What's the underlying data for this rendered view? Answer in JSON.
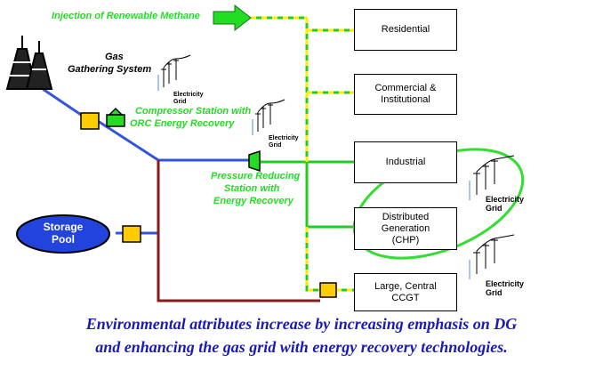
{
  "labels": {
    "injection": "Injection of Renewable Methane",
    "gas_gathering_line1": "Gas",
    "gas_gathering_line2": "Gathering System",
    "compressor_line1": "Compressor Station with",
    "compressor_line2": "ORC Energy Recovery",
    "prs_line1": "Pressure Reducing",
    "prs_line2": "Station with",
    "prs_line3": "Energy Recovery",
    "storage_line1": "Storage",
    "storage_line2": "Pool"
  },
  "electricity_grid": {
    "line1": "Electricity",
    "line2": "Grid"
  },
  "boxes": {
    "residential": "Residential",
    "commercial_line1": "Commercial &",
    "commercial_line2": "Institutional",
    "industrial": "Industrial",
    "dg_line1": "Distributed",
    "dg_line2": "Generation",
    "dg_line3": "(CHP)",
    "ccgt_line1": "Large, Central",
    "ccgt_line2": "CCGT"
  },
  "caption": {
    "line1": "Environmental attributes increase by increasing emphasis on DG",
    "line2": "and enhancing the gas grid with energy recovery technologies."
  },
  "colors": {
    "blue_pipe": "#3355dd",
    "red_pipe": "#8b1a1a",
    "green_line": "#22cc22",
    "yellow_dash": "#ffee00",
    "station_fill": "#ffcc00",
    "storage_fill": "#2244dd",
    "caption": "#1a1ab4"
  }
}
